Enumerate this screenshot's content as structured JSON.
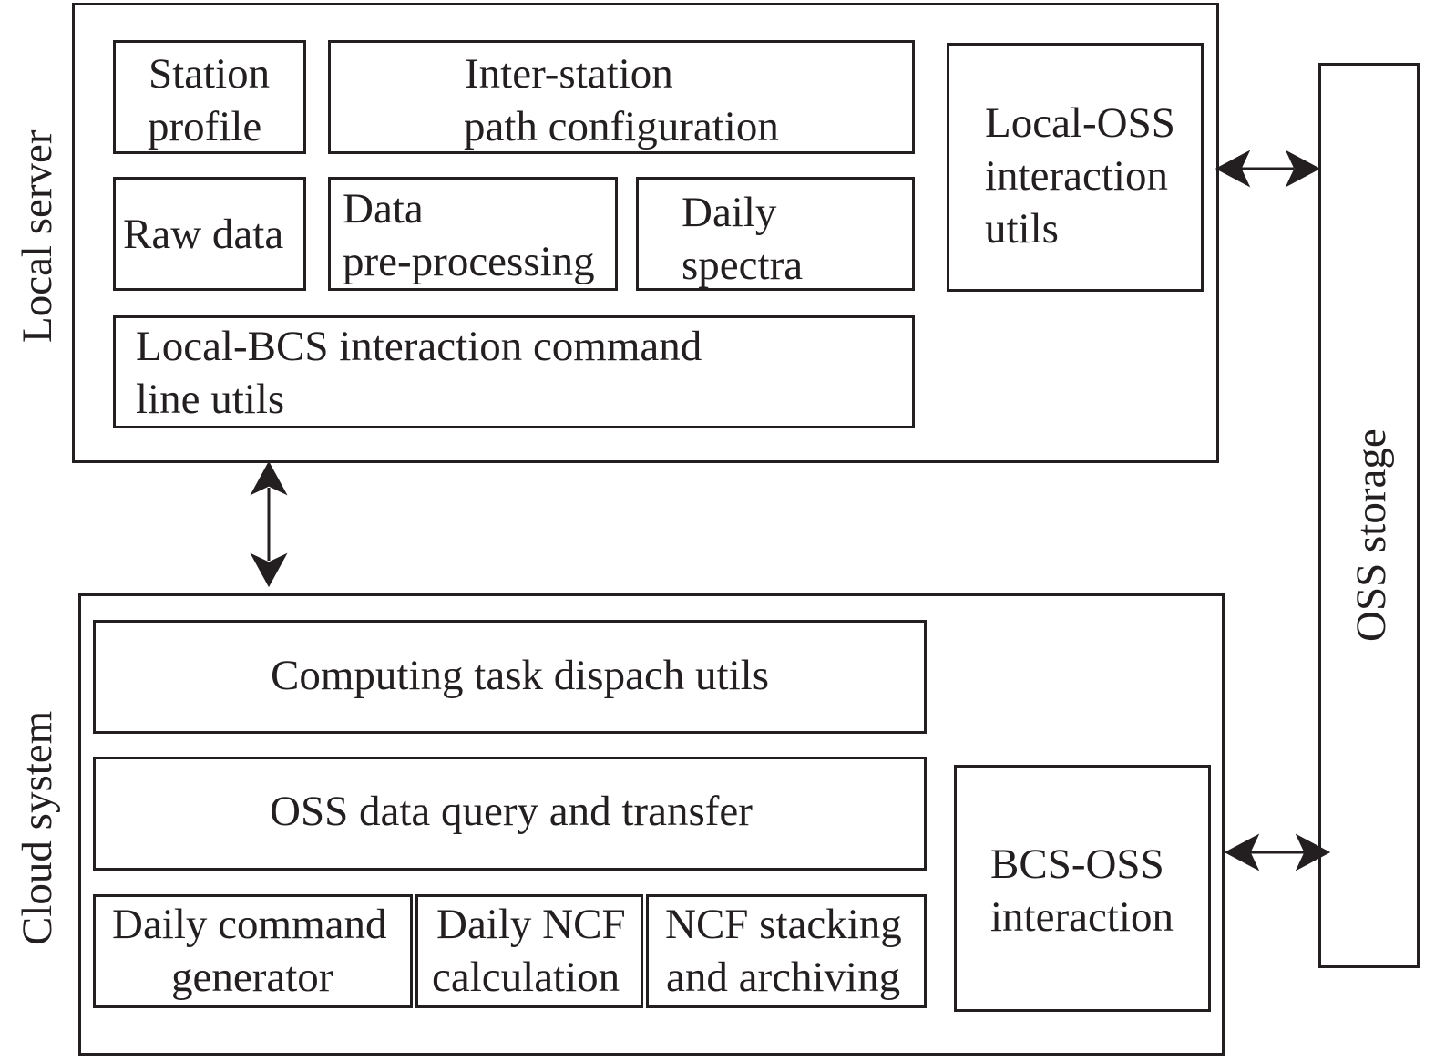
{
  "local_server": {
    "label": "Local server",
    "station_profile": [
      "Station",
      "profile"
    ],
    "inter_station": [
      "Inter-station",
      "path configuration"
    ],
    "raw_data": "Raw data",
    "preprocessing": [
      "Data",
      "pre-processing"
    ],
    "daily_spectra": [
      "Daily",
      "spectra"
    ],
    "bcs_cli": [
      "Local-BCS interaction command",
      "line utils"
    ],
    "oss_utils": [
      "Local-OSS",
      "interaction",
      "utils"
    ]
  },
  "cloud_system": {
    "label": "Cloud system",
    "dispatch": "Computing task dispach utils",
    "query": "OSS data query  and transfer",
    "cmd_gen": [
      "Daily command",
      "generator"
    ],
    "ncf_calc": [
      "Daily NCF",
      "calculation"
    ],
    "ncf_stack": [
      "NCF stacking",
      "and archiving"
    ],
    "bcs_oss": [
      "BCS-OSS",
      "interaction"
    ]
  },
  "oss_storage": {
    "label": "OSS  storage"
  },
  "colors": {
    "line": "#231f20",
    "background": "#ffffff"
  }
}
